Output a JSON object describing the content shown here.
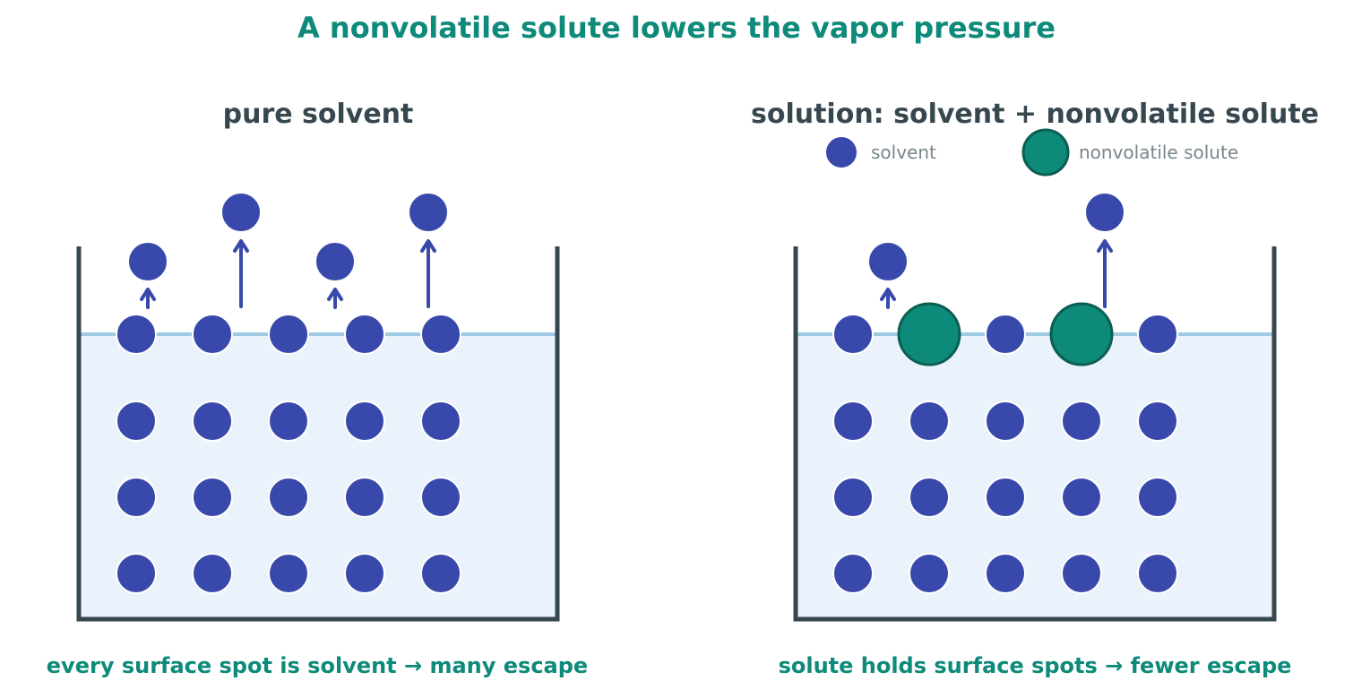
{
  "title": "A nonvolatile solute lowers the vapor pressure",
  "colors": {
    "title": "#0e8a7b",
    "panel_title": "#37474f",
    "container": "#37474f",
    "liquid": "#eaf2fb",
    "surface": "#9ecae6",
    "solvent": "#3949ab",
    "solute": "#0e8a7b",
    "solute_edge": "#0b5e52",
    "legend_text": "#78868c"
  },
  "legend": {
    "solvent_label": "solvent",
    "solute_label": "nonvolatile solute"
  },
  "panels": [
    {
      "name": "pure",
      "title": "pure solvent",
      "caption": "every surface spot is solvent → many escape",
      "surface": [
        "solvent",
        "solvent",
        "solvent",
        "solvent",
        "solvent"
      ],
      "bulk_rows": 3,
      "bulk_cols": 5,
      "escaping_count": 4
    },
    {
      "name": "solution",
      "title": "solution: solvent + nonvolatile solute",
      "caption": "solute holds surface spots → fewer escape",
      "surface": [
        "solvent",
        "solute",
        "solvent",
        "solute",
        "solvent"
      ],
      "bulk_rows": 3,
      "bulk_cols": 5,
      "escaping_count": 2
    }
  ]
}
